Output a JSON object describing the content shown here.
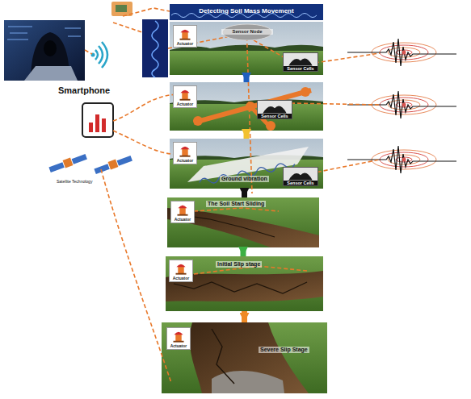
{
  "diagram": {
    "nodes": [
      {
        "text": [
          "Detecting Soil Mass Movement"
        ]
      },
      {
        "text": []
      },
      {
        "text": [
          "Sensor Node"
        ],
        "in": 1
      },
      {
        "text": [
          "Actuator"
        ],
        "in": 1
      },
      {
        "text": [
          "Sensor Cells"
        ],
        "in": 1
      },
      {
        "text": []
      },
      {
        "text": [
          "Actuator"
        ],
        "in": 5
      },
      {
        "text": [
          "Sensor Cells"
        ],
        "in": 5
      },
      {
        "text": [
          "Ground vibration"
        ]
      },
      {
        "text": [
          "Actuator"
        ],
        "in": 8
      },
      {
        "text": [
          "Sensor Cells"
        ],
        "in": 8
      },
      {
        "text": [
          "The Soil Start Sliding"
        ]
      },
      {
        "text": [
          "Actuator"
        ],
        "in": 11
      },
      {
        "text": [
          "Initial Slip stage"
        ]
      },
      {
        "text": [
          "Actuator"
        ],
        "in": 13
      },
      {
        "text": [
          "Severe Slip Stage"
        ]
      },
      {
        "text": [
          "Actuator"
        ],
        "in": 15
      }
    ],
    "edges": [
      {
        "from": 1,
        "to": 5,
        "arrow": "to"
      },
      {
        "from": 5,
        "to": 8,
        "arrow": "to"
      },
      {
        "from": 8,
        "to": 11,
        "arrow": "to"
      },
      {
        "from": 11,
        "to": 13,
        "arrow": "to"
      },
      {
        "from": 13,
        "to": 15,
        "arrow": "to"
      }
    ],
    "labels": [
      "Smartphone",
      "Satellite Technology"
    ]
  }
}
